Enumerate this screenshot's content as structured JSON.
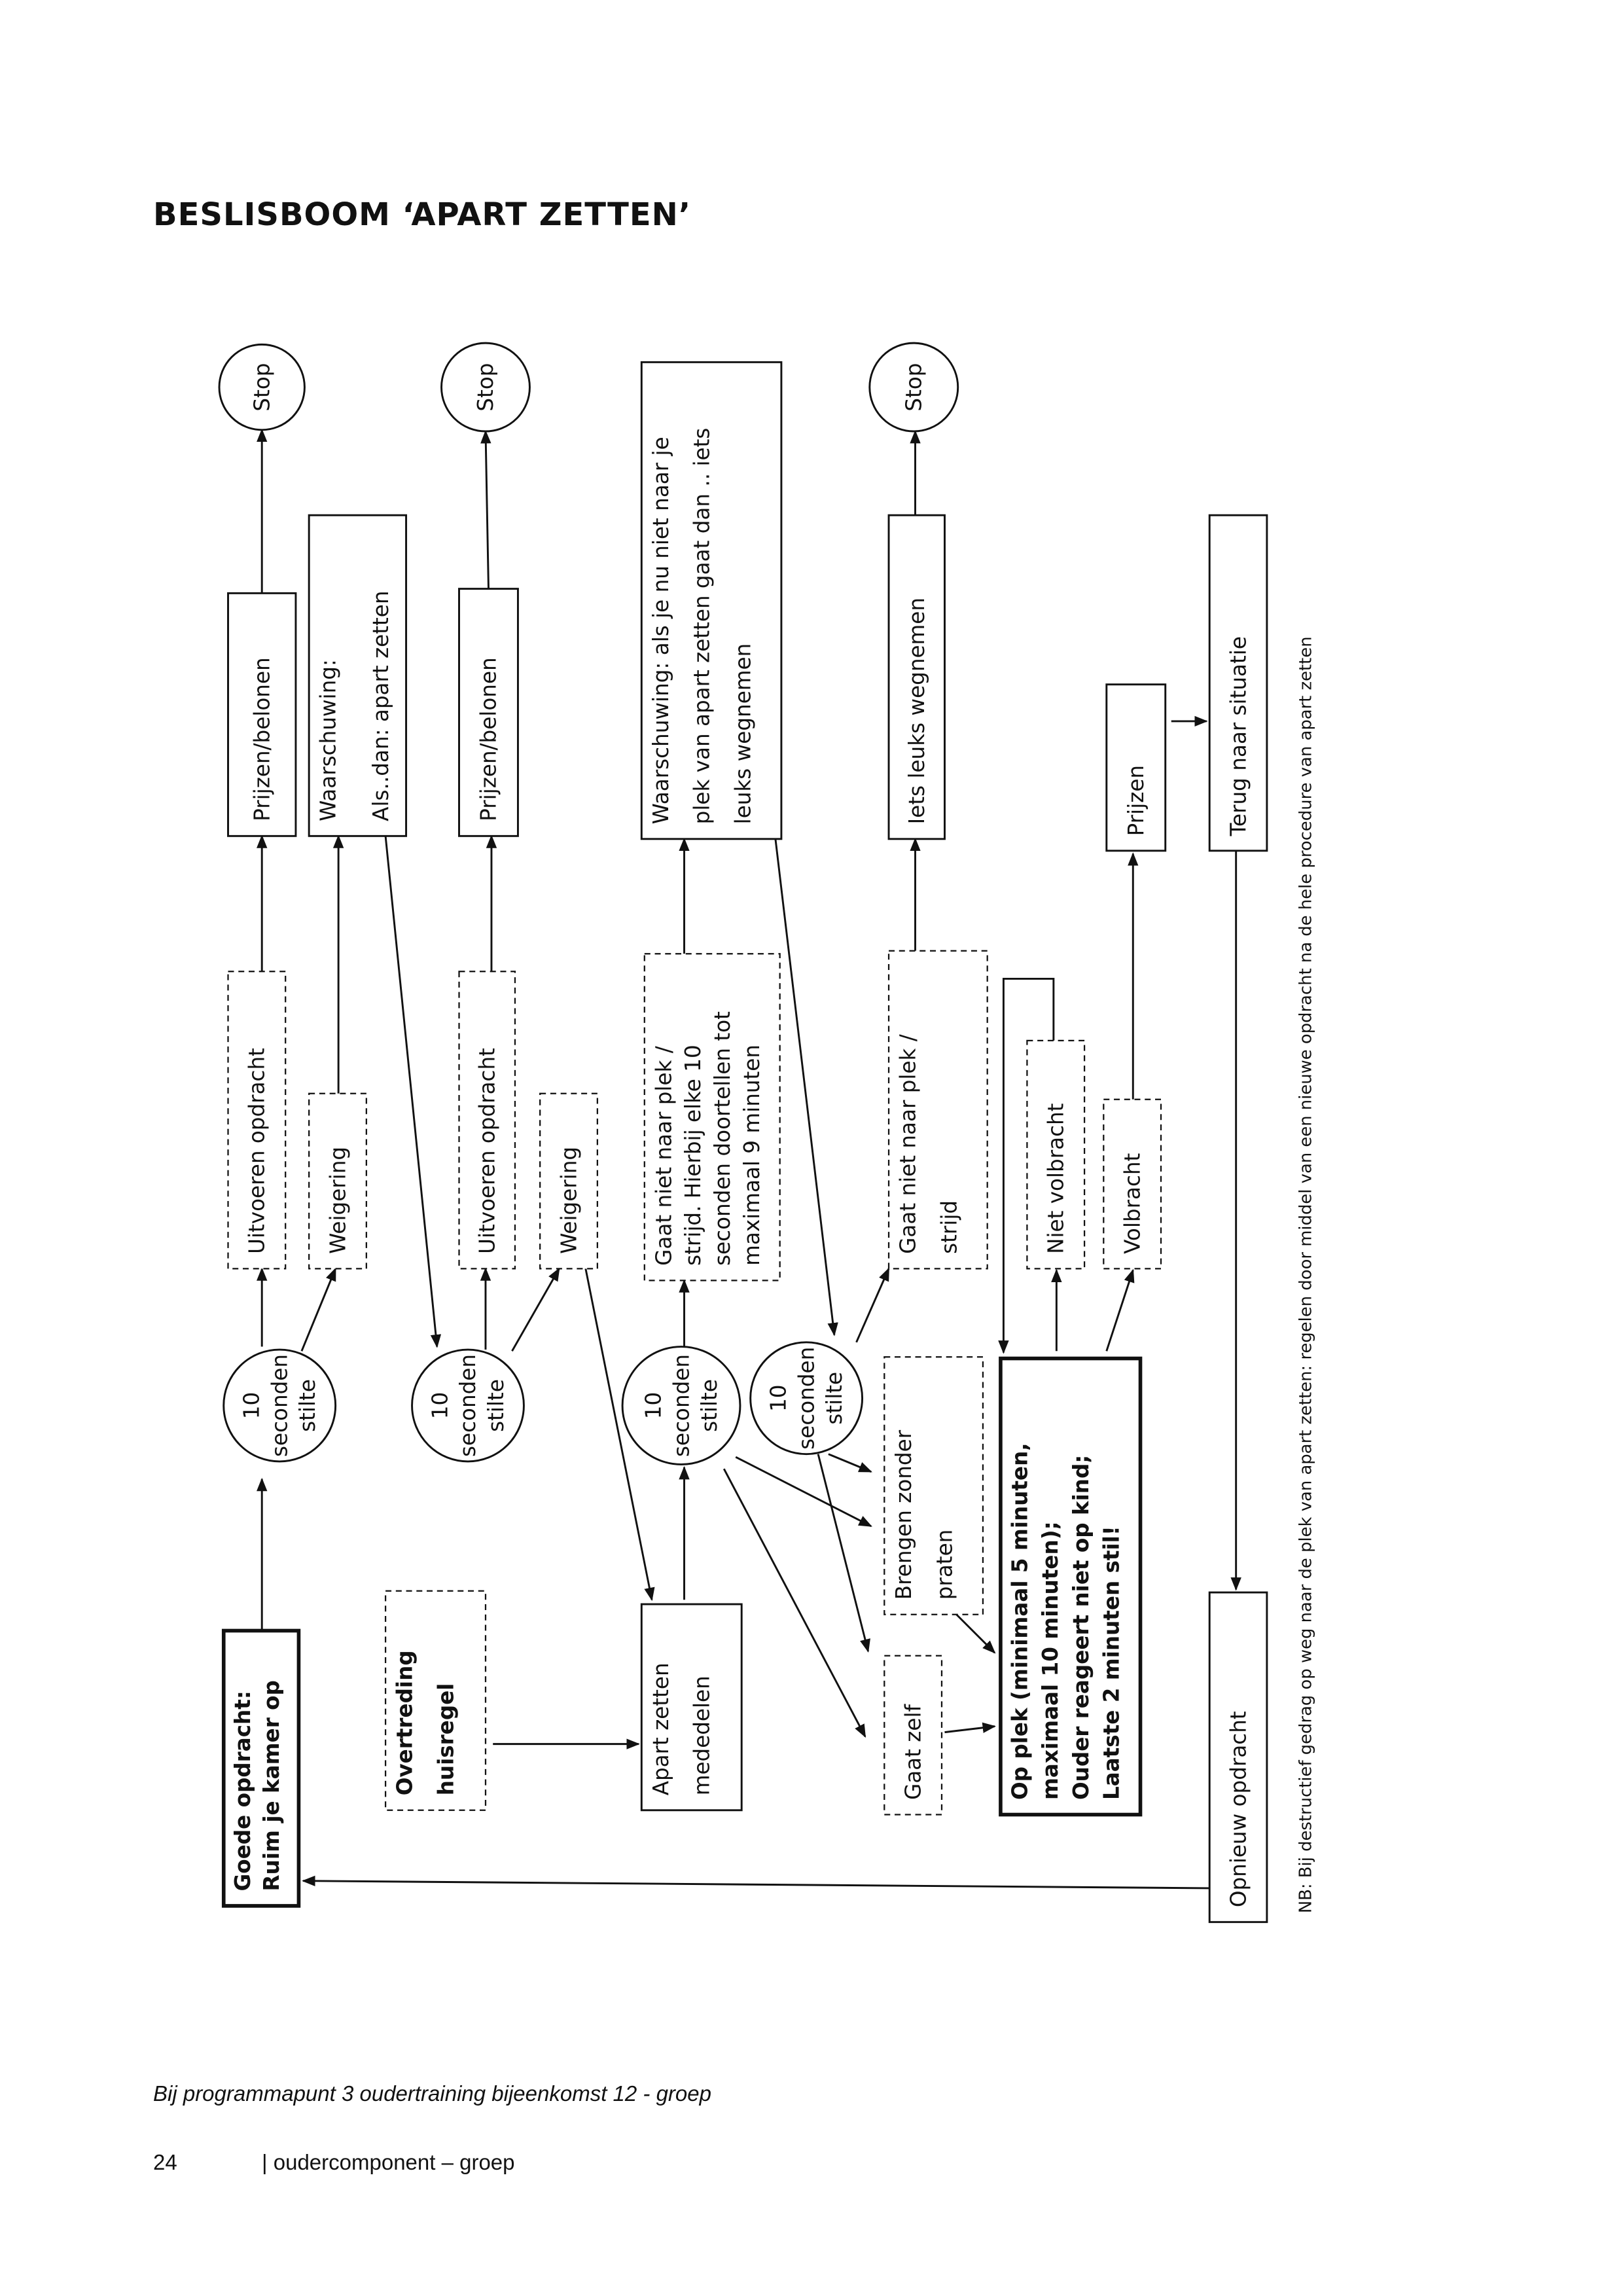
{
  "title": "BESLISBOOM ‘APART ZETTEN’",
  "caption": "Bij programmapunt 3 oudertraining bijeenkomst 12 - groep",
  "footer": {
    "page_number": "24",
    "section": "| oudercomponent – groep"
  },
  "note": "NB: Bij destructief gedrag op weg naar de plek van apart zetten: regelen door middel van een nieuwe opdracht na de hele procedure van apart zetten",
  "nodes": [
    {
      "id": "goede-opdracht",
      "shape": "box",
      "border": "solid",
      "bold": true,
      "lines": [
        "Goede opdracht:",
        "Ruim je kamer op"
      ]
    },
    {
      "id": "stilte-1",
      "shape": "circle",
      "lines": [
        "10",
        "seconden",
        "stilte"
      ]
    },
    {
      "id": "uitvoeren-1",
      "shape": "box",
      "border": "dashed",
      "lines": [
        "Uitvoeren opdracht"
      ]
    },
    {
      "id": "prijzen-belonen-1",
      "shape": "box",
      "border": "solid",
      "lines": [
        "Prijzen/belonen"
      ]
    },
    {
      "id": "stop-1",
      "shape": "circle",
      "lines": [
        "Stop"
      ]
    },
    {
      "id": "weigering-1",
      "shape": "box",
      "border": "dashed",
      "lines": [
        "Weigering"
      ]
    },
    {
      "id": "waarschuwing-1",
      "shape": "box",
      "border": "solid",
      "lines": [
        "Waarschuwing:",
        "",
        "Als..dan: apart zetten"
      ]
    },
    {
      "id": "stilte-2",
      "shape": "circle",
      "lines": [
        "10",
        "seconden",
        "stilte"
      ]
    },
    {
      "id": "uitvoeren-2",
      "shape": "box",
      "border": "dashed",
      "lines": [
        "Uitvoeren opdracht"
      ]
    },
    {
      "id": "prijzen-belonen-2",
      "shape": "box",
      "border": "solid",
      "lines": [
        "Prijzen/belonen"
      ]
    },
    {
      "id": "stop-2",
      "shape": "circle",
      "lines": [
        "Stop"
      ]
    },
    {
      "id": "weigering-2",
      "shape": "box",
      "border": "dashed",
      "lines": [
        "Weigering"
      ]
    },
    {
      "id": "overtreding",
      "shape": "box",
      "border": "dashed",
      "bold": true,
      "lines": [
        "Overtreding",
        "huisregel"
      ]
    },
    {
      "id": "apart-zetten",
      "shape": "box",
      "border": "solid",
      "lines": [
        "Apart zetten",
        "mededelen"
      ]
    },
    {
      "id": "stilte-3",
      "shape": "circle",
      "lines": [
        "10",
        "seconden",
        "stilte"
      ]
    },
    {
      "id": "gaat-niet-1",
      "shape": "box",
      "border": "dashed",
      "lines": [
        "Gaat niet naar plek  /",
        "strijd. Hierbij elke 10",
        "seconden doortellen tot",
        "maximaal 9 minuten"
      ]
    },
    {
      "id": "waarschuwing-2",
      "shape": "box",
      "border": "solid",
      "lines": [
        "Waarschuwing: als je nu niet naar je",
        "plek van apart zetten gaat dan .. iets",
        "leuks wegnemen"
      ]
    },
    {
      "id": "stilte-4",
      "shape": "circle",
      "lines": [
        "10",
        "seconden",
        "stilte"
      ]
    },
    {
      "id": "gaat-niet-2",
      "shape": "box",
      "border": "dashed",
      "lines": [
        "Gaat niet naar plek /",
        "strijd"
      ]
    },
    {
      "id": "iets-leuks",
      "shape": "box",
      "border": "solid",
      "lines": [
        "Iets leuks wegnemen"
      ]
    },
    {
      "id": "stop-3",
      "shape": "circle",
      "lines": [
        "Stop"
      ]
    },
    {
      "id": "brengen",
      "shape": "box",
      "border": "dashed",
      "lines": [
        "Brengen zonder",
        "praten"
      ]
    },
    {
      "id": "gaat-zelf",
      "shape": "box",
      "border": "dashed",
      "lines": [
        "Gaat zelf"
      ]
    },
    {
      "id": "op-plek",
      "shape": "box",
      "border": "solid",
      "bold": true,
      "lines": [
        "Op plek (minimaal 5 minuten,",
        "maximaal 10 minuten);",
        "Ouder reageert niet op kind;",
        "Laatste 2 minuten stil!"
      ]
    },
    {
      "id": "niet-volbracht",
      "shape": "box",
      "border": "dashed",
      "lines": [
        "Niet volbracht"
      ]
    },
    {
      "id": "volbracht",
      "shape": "box",
      "border": "dashed",
      "lines": [
        "Volbracht"
      ]
    },
    {
      "id": "prijzen",
      "shape": "box",
      "border": "solid",
      "lines": [
        "Prijzen"
      ]
    },
    {
      "id": "terug",
      "shape": "box",
      "border": "solid",
      "lines": [
        "Terug naar situatie"
      ]
    },
    {
      "id": "opnieuw",
      "shape": "box",
      "border": "solid",
      "lines": [
        "Opnieuw opdracht"
      ]
    }
  ]
}
